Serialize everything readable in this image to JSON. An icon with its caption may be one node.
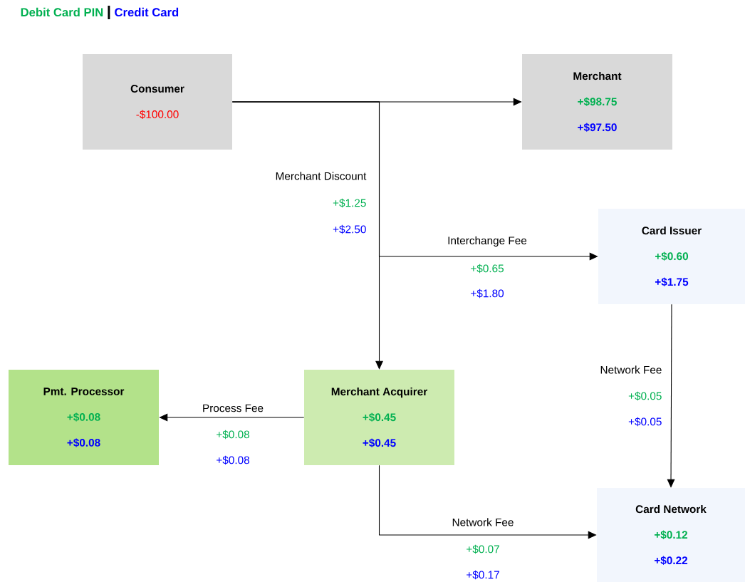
{
  "diagram": {
    "nodes": [
      {
        "text": [
          "Consumer",
          "-$100.00"
        ]
      },
      {
        "text": [
          "Merchant",
          "+$98.75",
          "+$97.50"
        ]
      },
      {
        "text": [
          "Card Issuer",
          "+$0.60",
          "+$1.75"
        ]
      },
      {
        "text": [
          "Merchant Acquirer",
          "+$0.45",
          "+$0.45"
        ]
      },
      {
        "text": [
          "Pmt. Processor",
          "+$0.08",
          "+$0.08"
        ]
      },
      {
        "text": [
          "Card Network",
          "+$0.12",
          "+$0.22"
        ]
      }
    ],
    "edges": [
      {
        "from": 0,
        "to": 1,
        "arrow": "to"
      },
      {
        "from": 0,
        "to": 3,
        "arrow": "to",
        "label": "Merchant Discount"
      },
      {
        "from": 0,
        "to": 2,
        "arrow": "to",
        "label": "Interchange Fee"
      },
      {
        "from": 3,
        "to": 4,
        "arrow": "to",
        "label": "Process Fee"
      },
      {
        "from": 2,
        "to": 5,
        "arrow": "to",
        "label": "Network Fee"
      },
      {
        "from": 3,
        "to": 5,
        "arrow": "to",
        "label": "Network Fee"
      }
    ],
    "labels": [
      "+$1.25",
      "+$2.50",
      "+$0.65",
      "+$1.80",
      "+$0.05",
      "+$0.05",
      "+$0.08",
      "+$0.08",
      "+$0.07",
      "+$0.17"
    ],
    "legend": [
      {
        "text": "Debit Card PIN",
        "color": "#00b050"
      },
      {
        "text": "Credit Card",
        "color": "#0000ff"
      }
    ]
  }
}
